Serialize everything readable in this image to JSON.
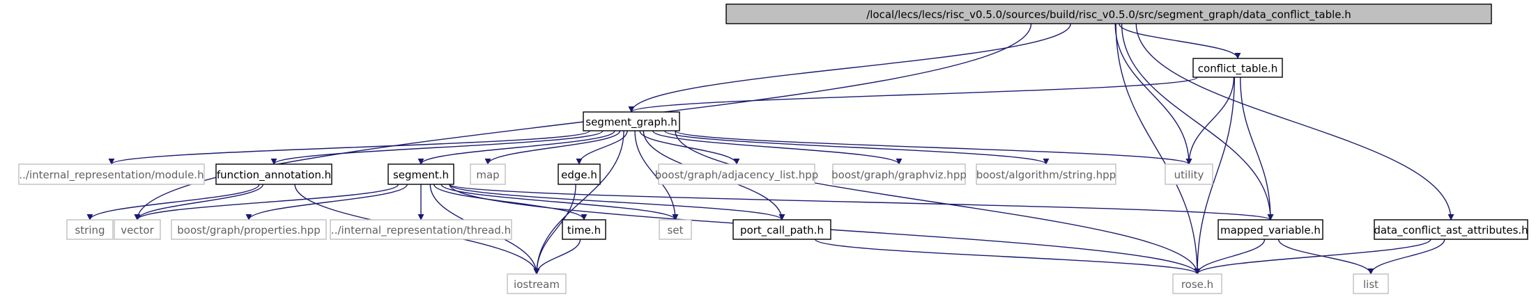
{
  "colors": {
    "edge": "#191970",
    "root_fill": "#bfbfbf",
    "node_border": "#000000",
    "external_border": "#bfbfbf",
    "external_text": "#606060"
  },
  "nodes": {
    "root": {
      "label": "/local/lecs/lecs/risc_v0.5.0/sources/build/risc_v0.5.0/src/segment_graph/data_conflict_table.h",
      "kind": "root"
    },
    "conflict_table": {
      "label": "conflict_table.h",
      "kind": "primary"
    },
    "segment_graph": {
      "label": "segment_graph.h",
      "kind": "primary"
    },
    "module": {
      "label": "../internal_representation/module.h",
      "kind": "external"
    },
    "function_annotation": {
      "label": "function_annotation.h",
      "kind": "primary"
    },
    "segment": {
      "label": "segment.h",
      "kind": "primary"
    },
    "map": {
      "label": "map",
      "kind": "external"
    },
    "edge": {
      "label": "edge.h",
      "kind": "primary"
    },
    "adjacency_list": {
      "label": "boost/graph/adjacency_list.hpp",
      "kind": "external"
    },
    "graphviz": {
      "label": "boost/graph/graphviz.hpp",
      "kind": "external"
    },
    "algorithm_string": {
      "label": "boost/algorithm/string.hpp",
      "kind": "external"
    },
    "utility": {
      "label": "utility",
      "kind": "external"
    },
    "string": {
      "label": "string",
      "kind": "external"
    },
    "vector": {
      "label": "vector",
      "kind": "external"
    },
    "properties": {
      "label": "boost/graph/properties.hpp",
      "kind": "external"
    },
    "thread": {
      "label": "../internal_representation/thread.h",
      "kind": "external"
    },
    "time": {
      "label": "time.h",
      "kind": "primary"
    },
    "set": {
      "label": "set",
      "kind": "external"
    },
    "port_call_path": {
      "label": "port_call_path.h",
      "kind": "primary"
    },
    "mapped_variable": {
      "label": "mapped_variable.h",
      "kind": "primary"
    },
    "data_conflict_ast_attributes": {
      "label": "data_conflict_ast_attributes.h",
      "kind": "primary"
    },
    "iostream": {
      "label": "iostream",
      "kind": "external"
    },
    "rose": {
      "label": "rose.h",
      "kind": "external"
    },
    "list": {
      "label": "list",
      "kind": "external"
    }
  },
  "edges": [
    [
      "root",
      "vector"
    ],
    [
      "root",
      "segment_graph"
    ],
    [
      "root",
      "conflict_table"
    ],
    [
      "root",
      "utility"
    ],
    [
      "root",
      "mapped_variable"
    ],
    [
      "root",
      "rose"
    ],
    [
      "root",
      "data_conflict_ast_attributes"
    ],
    [
      "conflict_table",
      "segment_graph"
    ],
    [
      "conflict_table",
      "utility"
    ],
    [
      "conflict_table",
      "mapped_variable"
    ],
    [
      "conflict_table",
      "rose"
    ],
    [
      "segment_graph",
      "module"
    ],
    [
      "segment_graph",
      "function_annotation"
    ],
    [
      "segment_graph",
      "segment"
    ],
    [
      "segment_graph",
      "map"
    ],
    [
      "segment_graph",
      "edge"
    ],
    [
      "segment_graph",
      "adjacency_list"
    ],
    [
      "segment_graph",
      "graphviz"
    ],
    [
      "segment_graph",
      "algorithm_string"
    ],
    [
      "segment_graph",
      "utility"
    ],
    [
      "segment_graph",
      "set"
    ],
    [
      "segment_graph",
      "port_call_path"
    ],
    [
      "segment_graph",
      "iostream"
    ],
    [
      "segment_graph",
      "rose"
    ],
    [
      "function_annotation",
      "string"
    ],
    [
      "function_annotation",
      "vector"
    ],
    [
      "function_annotation",
      "iostream"
    ],
    [
      "segment",
      "vector"
    ],
    [
      "segment",
      "properties"
    ],
    [
      "segment",
      "thread"
    ],
    [
      "segment",
      "iostream"
    ],
    [
      "segment",
      "time"
    ],
    [
      "segment",
      "set"
    ],
    [
      "segment",
      "port_call_path"
    ],
    [
      "segment",
      "mapped_variable"
    ],
    [
      "segment",
      "rose"
    ],
    [
      "edge",
      "iostream"
    ],
    [
      "time",
      "iostream"
    ],
    [
      "port_call_path",
      "rose"
    ],
    [
      "mapped_variable",
      "rose"
    ],
    [
      "mapped_variable",
      "list"
    ],
    [
      "data_conflict_ast_attributes",
      "rose"
    ],
    [
      "data_conflict_ast_attributes",
      "list"
    ]
  ]
}
